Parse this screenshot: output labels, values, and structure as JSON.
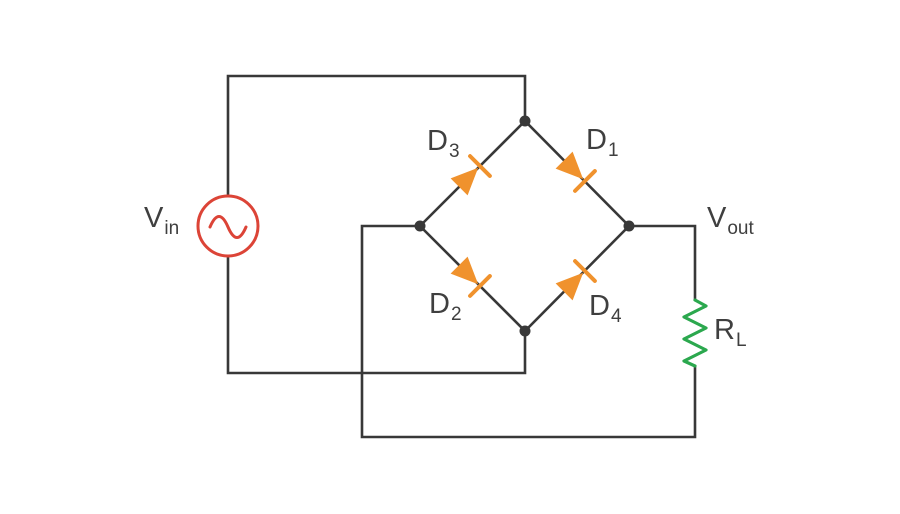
{
  "title": "Full-wave bridge rectifier circuit diagram",
  "colors": {
    "background": "#FFFFFF",
    "wire": "#383838",
    "text": "#3F3F3F",
    "source": "#DC4437",
    "diode": "#F0922D",
    "resistor": "#2BA84E"
  },
  "labels": {
    "vin": {
      "main": "V",
      "sub": "in"
    },
    "vout": {
      "main": "V",
      "sub": "out"
    },
    "rl": {
      "main": "R",
      "sub": "L"
    },
    "d1": {
      "main": "D",
      "sub": "1"
    },
    "d2": {
      "main": "D",
      "sub": "2"
    },
    "d3": {
      "main": "D",
      "sub": "3"
    },
    "d4": {
      "main": "D",
      "sub": "4"
    }
  },
  "circuit": {
    "source": {
      "type": "ac-voltage-source",
      "symbol": "sine-wave-in-circle",
      "label": "Vin"
    },
    "bridge": {
      "shape": "diamond",
      "nodes": [
        "top",
        "left",
        "right",
        "bottom"
      ],
      "diodes": [
        {
          "id": "D1",
          "anode": "top-node",
          "cathode": "right-node"
        },
        {
          "id": "D2",
          "anode": "left-node",
          "cathode": "bottom-node"
        },
        {
          "id": "D3",
          "anode": "left-node",
          "cathode": "top-node"
        },
        {
          "id": "D4",
          "anode": "bottom-node",
          "cathode": "right-node"
        }
      ]
    },
    "load": {
      "type": "resistor",
      "symbol": "zigzag",
      "label": "RL"
    },
    "output": {
      "label": "Vout",
      "taken_across": "RL"
    },
    "connections": [
      "AC source top terminal to bridge top node",
      "AC source bottom terminal to bridge bottom node",
      "Bridge right node to Vout and RL top",
      "Bridge left node to RL bottom (return wire crosses AC bottom rail without junction)"
    ]
  }
}
